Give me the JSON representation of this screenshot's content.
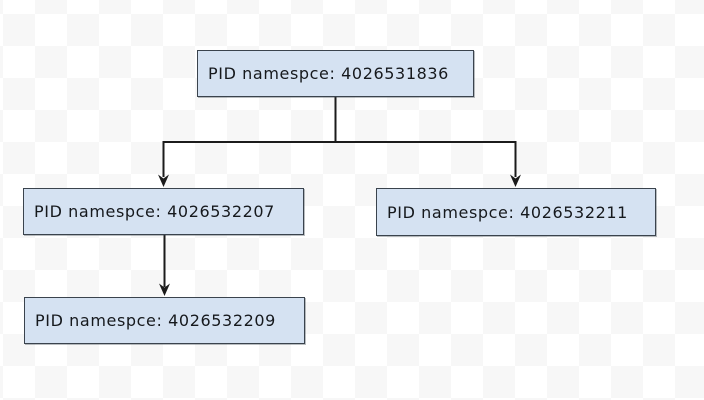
{
  "diagram": {
    "type": "tree",
    "nodes": [
      {
        "id": "pid-4026531836",
        "label": "PID namespce: 4026531836"
      },
      {
        "id": "pid-4026532207",
        "label": "PID namespce: 4026532207"
      },
      {
        "id": "pid-4026532211",
        "label": "PID namespce: 4026532211"
      },
      {
        "id": "pid-4026532209",
        "label": "PID namespce: 4026532209"
      }
    ],
    "edges": [
      {
        "from": "pid-4026531836",
        "to": "pid-4026532207"
      },
      {
        "from": "pid-4026531836",
        "to": "pid-4026532211"
      },
      {
        "from": "pid-4026532207",
        "to": "pid-4026532209"
      }
    ],
    "colors": {
      "node_fill": "#d5e2f2",
      "node_border": "#3a434d",
      "edge_line": "#1b1b1b",
      "text": "#16191d",
      "checker_light": "#ffffff",
      "checker_dark": "#f7f7f7"
    }
  }
}
